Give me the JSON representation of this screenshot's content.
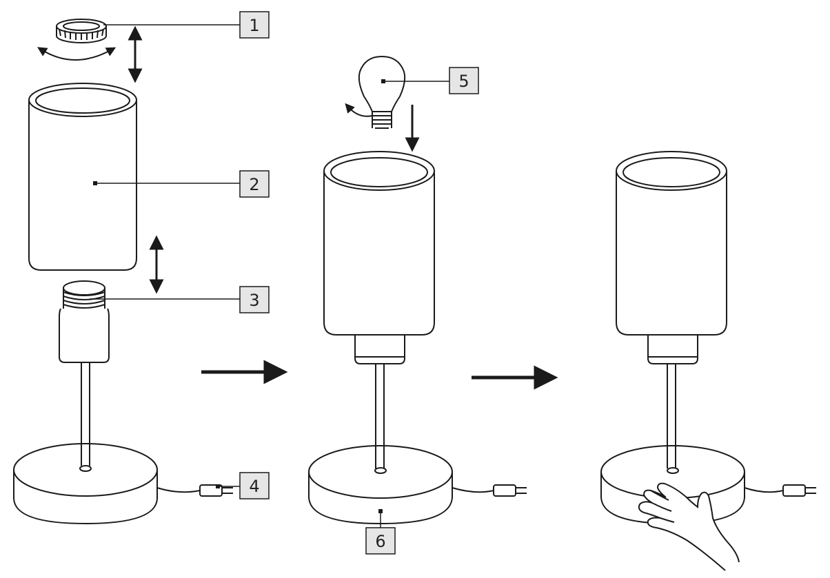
{
  "diagram": {
    "callouts": [
      {
        "id": "1",
        "label": "1"
      },
      {
        "id": "2",
        "label": "2"
      },
      {
        "id": "3",
        "label": "3"
      },
      {
        "id": "4",
        "label": "4"
      },
      {
        "id": "5",
        "label": "5"
      },
      {
        "id": "6",
        "label": "6"
      }
    ],
    "colors": {
      "line": "#1a1a1a",
      "background": "#ffffff",
      "label_box": "#e6e6e6"
    }
  }
}
